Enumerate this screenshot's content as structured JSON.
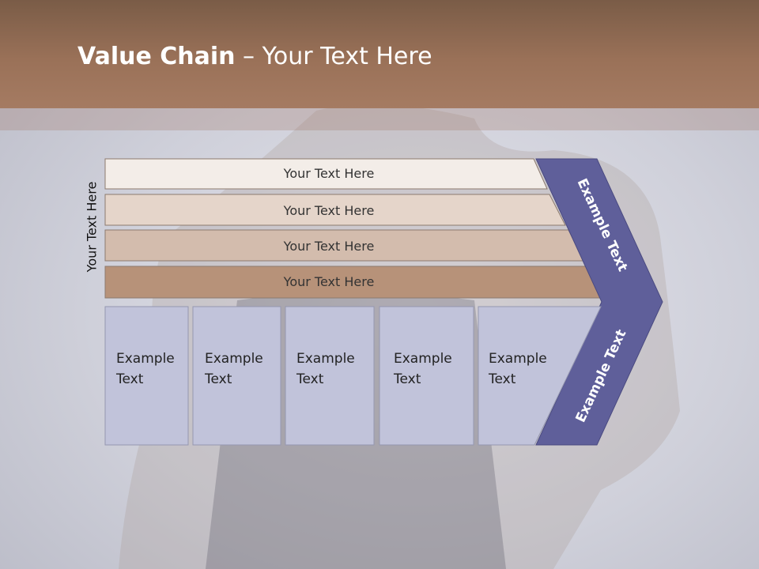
{
  "slide": {
    "title_bold": "Value Chain",
    "title_rest": " – Your Text Here"
  },
  "side_label": "Your Text Here",
  "bars": [
    {
      "label": "Your Text Here",
      "fill": "#f3ede8"
    },
    {
      "label": "Your Text Here",
      "fill": "#e5d5ca"
    },
    {
      "label": "Your Text Here",
      "fill": "#d3bcad"
    },
    {
      "label": "Your Text Here",
      "fill": "#b79279"
    }
  ],
  "chevron": {
    "upper_label": "Example Text",
    "lower_label": "Example Text",
    "fill": "#5f5f9a"
  },
  "boxes": [
    {
      "line1": "Example",
      "line2": "Text"
    },
    {
      "line1": "Example",
      "line2": "Text"
    },
    {
      "line1": "Example",
      "line2": "Text"
    },
    {
      "line1": "Example",
      "line2": "Text"
    },
    {
      "line1": "Example",
      "line2": "Text"
    }
  ],
  "colors": {
    "header": "#9a7158",
    "box_fill": "#c1c3da",
    "box_border": "#9597b0"
  }
}
